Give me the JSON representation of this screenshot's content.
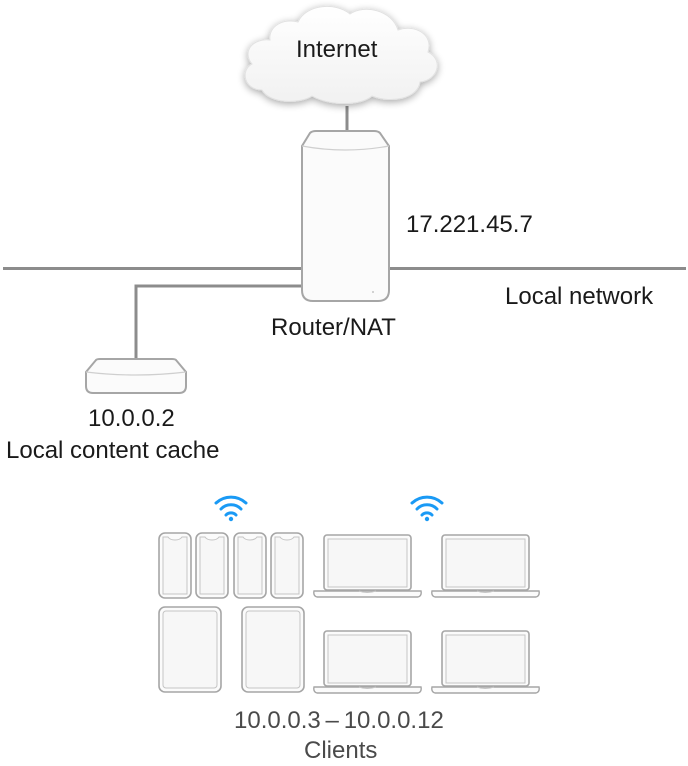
{
  "diagram": {
    "internet": {
      "label": "Internet"
    },
    "router": {
      "label": "Router/NAT",
      "public_ip": "17.221.45.7"
    },
    "network": {
      "label": "Local network"
    },
    "cache": {
      "ip": "10.0.0.2",
      "label": "Local content cache"
    },
    "clients": {
      "ip_range": "10.0.0.3 – 10.0.0.12",
      "label": "Clients",
      "devices": {
        "phones": 4,
        "tablets": 2,
        "laptops": 4
      },
      "wifi_indicators": 2
    },
    "colors": {
      "line": "#8c8c8c",
      "device_stroke": "#a6a6a6",
      "device_fill": "#f7f7f7",
      "wifi": "#1a9af5",
      "text": "#1a1a1a",
      "client_text": "#4a4a4a"
    }
  }
}
